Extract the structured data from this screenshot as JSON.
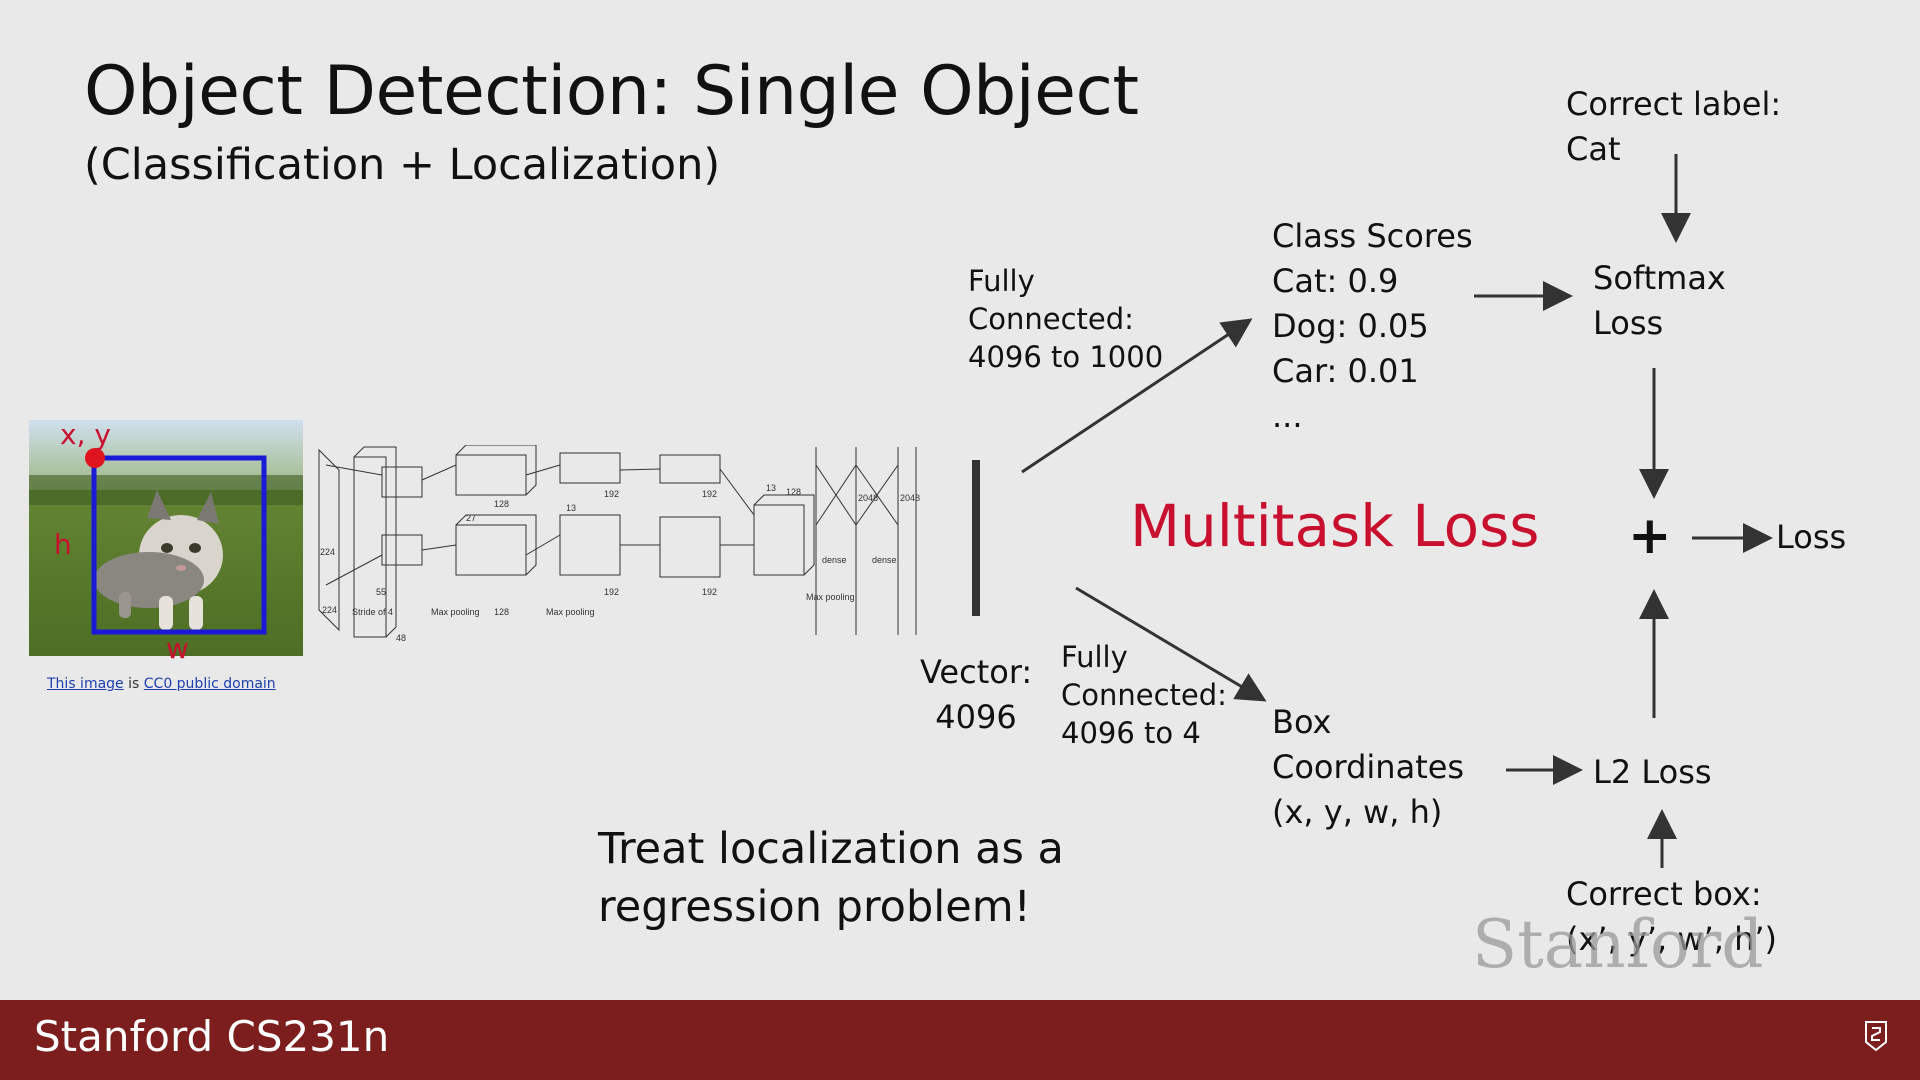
{
  "slide": {
    "title": "Object Detection: Single Object",
    "subtitle": "(Classification + Localization)"
  },
  "image_labels": {
    "xy": "x, y",
    "h": "h",
    "w": "w"
  },
  "credit": {
    "link1": "This image",
    "mid": " is ",
    "link2": "CC0 public domain"
  },
  "fc_top": {
    "line1": "Fully",
    "line2": "Connected:",
    "line3": "4096 to 1000"
  },
  "fc_bottom": {
    "line1": "Fully",
    "line2": "Connected:",
    "line3": "4096 to 4"
  },
  "vector": {
    "line1": "Vector:",
    "line2": "4096"
  },
  "class_scores": {
    "heading": "Class Scores",
    "items": [
      "Cat: 0.9",
      "Dog: 0.05",
      "Car: 0.01",
      "..."
    ]
  },
  "correct_label": {
    "line1": "Correct label:",
    "line2": "Cat"
  },
  "softmax": {
    "line1": "Softmax",
    "line2": "Loss"
  },
  "multitask": "Multitask Loss",
  "plus": "+",
  "loss": "Loss",
  "box_coords": {
    "line1": "Box",
    "line2": "Coordinates",
    "line3": "(x, y, w, h)"
  },
  "l2": "L2 Loss",
  "correct_box": {
    "line1": "Correct box:",
    "line2": "(x’, y’, w’, h’)"
  },
  "note": {
    "line1": "Treat localization as a",
    "line2": "regression problem!"
  },
  "footer": "Stanford CS231n",
  "watermark": "Stanford",
  "network_labels": [
    "224",
    "224",
    "Stride of 4",
    "48",
    "55",
    "Max pooling",
    "128",
    "27",
    "Max pooling",
    "128",
    "13",
    "192",
    "192",
    "13",
    "192",
    "192",
    "128",
    "Max pooling",
    "2048",
    "2048",
    "dense",
    "dense"
  ],
  "colors": {
    "accent_red": "#c8102e",
    "footer_bg": "#7d1e1e",
    "box_blue": "#1a1ad6",
    "point_red": "#e0141e"
  }
}
